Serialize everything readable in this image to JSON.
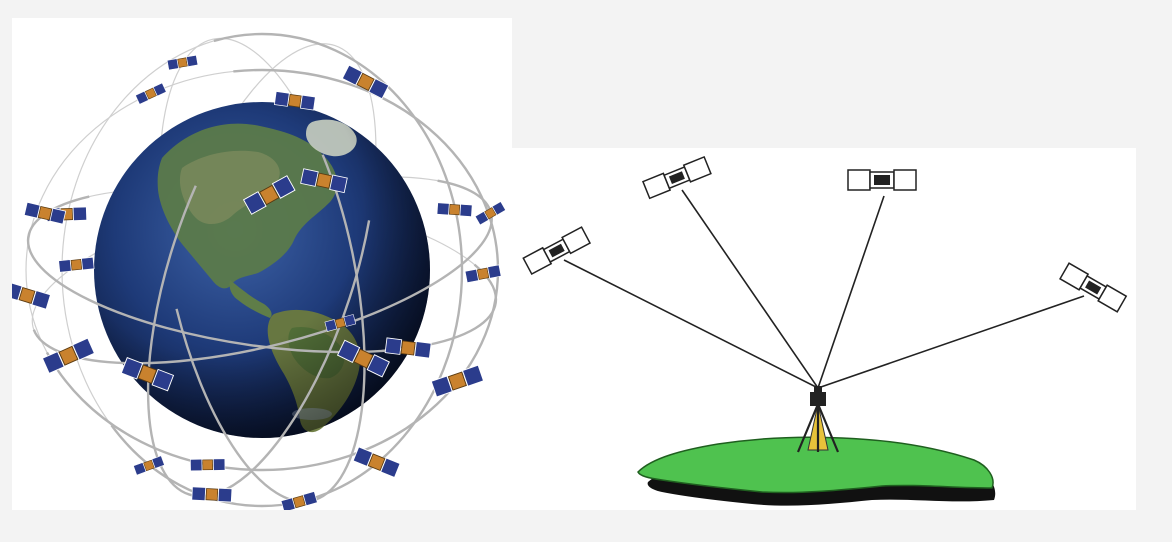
{
  "figure": {
    "left_panel": {
      "subject": "globe-with-satellite-constellation",
      "orbit_count": 6,
      "satellite_count": 24
    },
    "right_panel": {
      "subject": "ground-receiver-tracking-satellites",
      "satellites_in_view": 4,
      "ground_color": "#4fc24f"
    }
  },
  "colors": {
    "background": "#f3f3f3",
    "panel": "#ffffff",
    "ocean": "#1b3870",
    "orbit_line": "#b4b4b4",
    "satellite_panel": "#2b3c8c",
    "satellite_body": "#c9822e",
    "ground": "#4fc24f",
    "ground_shadow": "#111111"
  }
}
